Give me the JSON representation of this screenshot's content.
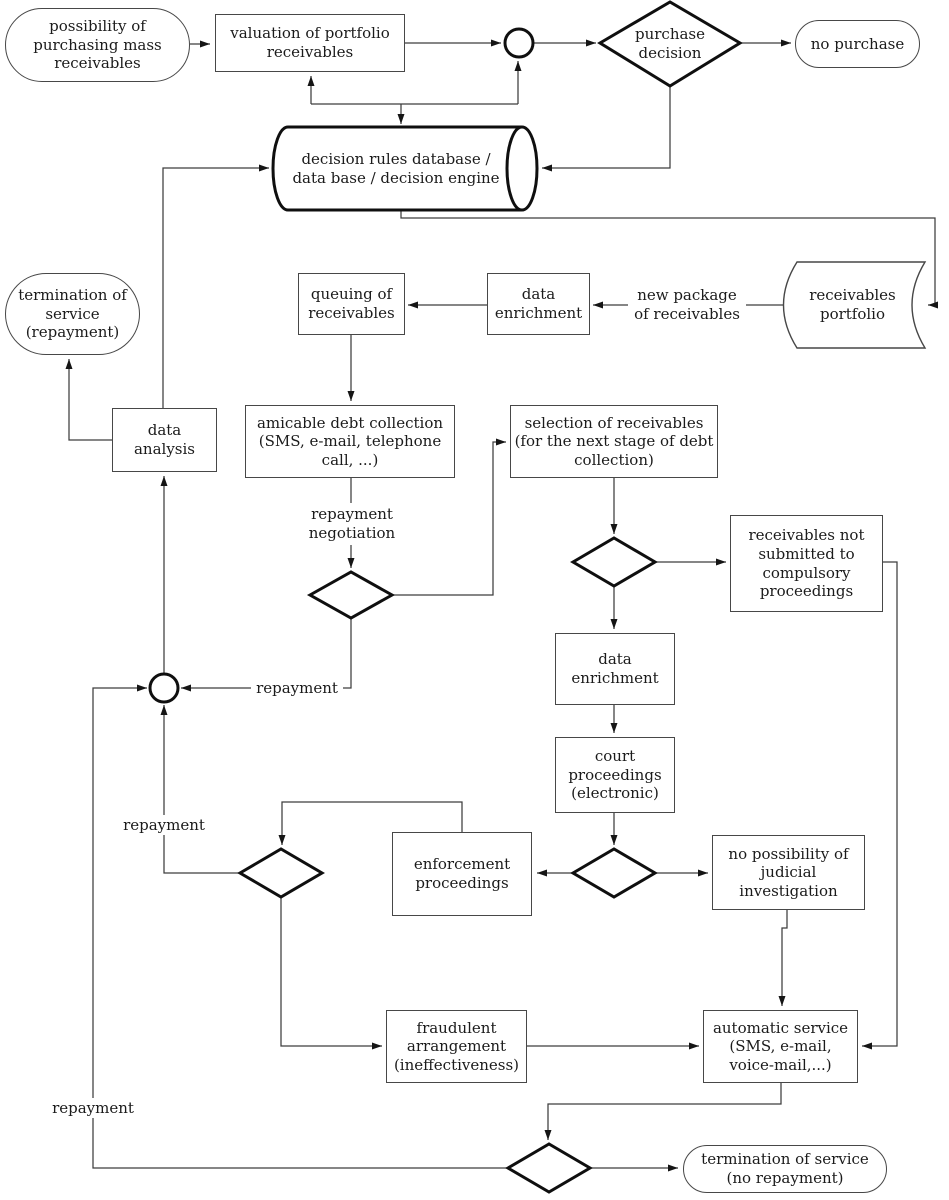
{
  "diagram": {
    "title": "mass receivables purchasing and debt collection flowchart",
    "colors": {
      "line": "#3d3d3d",
      "shape_border": "#474747",
      "thick_shape": "#0f0f0f",
      "background": "#ffffff",
      "text": "#1b1b1b"
    },
    "nodes": {
      "possibility_of_purchasing": "possibility of\npurchasing mass\nreceivables",
      "valuation": "valuation of portfolio\nreceivables",
      "purchase_decision": "purchase\ndecision",
      "no_purchase": "no purchase",
      "decision_db": "decision rules database /\ndata base / decision engine",
      "receivables_portfolio": "receivables\nportfolio",
      "data_enrichment_1": "data\nenrichment",
      "queuing": "queuing of\nreceivables",
      "termination_repayment": "termination of\nservice\n(repayment)",
      "data_analysis": "data\nanalysis",
      "amicable_debt_collection": "amicable debt collection\n(SMS, e-mail, telephone\ncall, ...)",
      "selection_of_receivables": "selection of receivables\n(for the next stage of debt\ncollection)",
      "receivables_not_submitted": "receivables not\nsubmitted to\ncompulsory\nproceedings",
      "data_enrichment_2": "data\nenrichment",
      "court_proceedings": "court\nproceedings\n(electronic)",
      "enforcement_proceedings": "enforcement\nproceedings",
      "no_possibility": "no possibility of\njudicial\ninvestigation",
      "fraudulent_arrangement": "fraudulent\narrangement\n(ineffectiveness)",
      "automatic_service": "automatic service\n(SMS, e-mail,\nvoice-mail,...)",
      "termination_no_repayment": "termination of service\n(no repayment)"
    },
    "edge_labels": {
      "new_package": "new package\nof receivables",
      "repayment_negotiation": "repayment\nnegotiation",
      "repayment_mid": "repayment",
      "repayment_left": "repayment",
      "repayment_bottom": "repayment"
    }
  }
}
